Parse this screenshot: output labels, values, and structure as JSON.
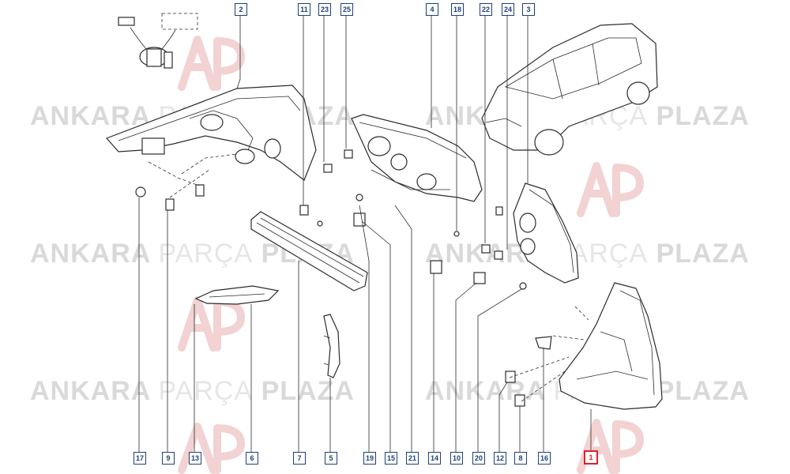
{
  "watermark": {
    "word1": "ANKARA",
    "word2": "PARÇA",
    "word3": "PLAZA"
  },
  "callouts": {
    "c1": "1",
    "c2": "2",
    "c3": "3",
    "c4": "4",
    "c5": "5",
    "c6": "6",
    "c7": "7",
    "c8": "8",
    "c9": "9",
    "c10": "10",
    "c11": "11",
    "c12": "12",
    "c13": "13",
    "c14": "14",
    "c15": "15",
    "c16": "16",
    "c17": "17",
    "c18": "18",
    "c19": "19",
    "c20": "20",
    "c21": "21",
    "c22": "22",
    "c23": "23",
    "c24": "24",
    "c25": "25"
  },
  "colors": {
    "callout_border": "#1f3f7a",
    "highlight": "#e0202a",
    "watermark": "#d9d9d9"
  }
}
